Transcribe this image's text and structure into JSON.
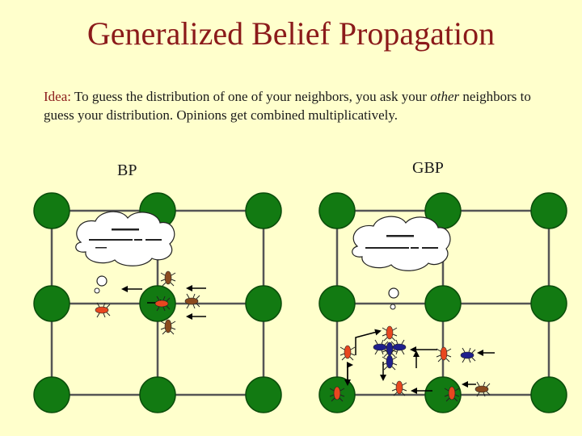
{
  "title": "Generalized Belief Propagation",
  "idea": {
    "label": "Idea:",
    "text_before": " To guess the distribution of one of your neighbors, you ask your ",
    "emphasis": "other",
    "text_after": " neighbors to guess your distribution. Opinions get combined multiplicatively."
  },
  "panels": [
    {
      "label": "BP"
    },
    {
      "label": "GBP"
    }
  ],
  "colors": {
    "background": "#FFFFCC",
    "title": "#8B1A1A",
    "node_fill": "#127A12",
    "node_stroke": "#0B4D0B",
    "bug_red": "#E8471F",
    "bug_brown": "#8A4A1E",
    "bug_navy": "#1F1F8C"
  }
}
